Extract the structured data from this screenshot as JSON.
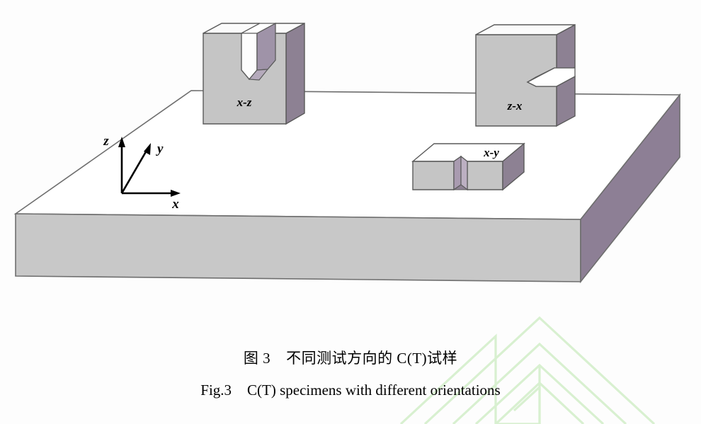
{
  "figure": {
    "caption_cn_number": "图 3",
    "caption_cn_text": "不同测试方向的 C(T)试样",
    "caption_en_number": "Fig.3",
    "caption_en_text": "C(T) specimens with different orientations"
  },
  "axes": {
    "x_label": "x",
    "y_label": "y",
    "z_label": "z"
  },
  "specimens": [
    {
      "id": "x-z",
      "label": "x-z",
      "notch": "top-vertical"
    },
    {
      "id": "z-x",
      "label": "z-x",
      "notch": "right-horizontal"
    },
    {
      "id": "x-y",
      "label": "x-y",
      "notch": "top-through"
    }
  ],
  "colors": {
    "background": "#fdfdfd",
    "plate_top": "#ffffff",
    "plate_front": "#c8c8c8",
    "plate_side": "#8d7f95",
    "specimen_front": "#c5c5c5",
    "specimen_top": "#fbfbfb",
    "specimen_side": "#8d8193",
    "notch_inner": "#a99bb0",
    "outline": "#5a5a5a",
    "watermark": "#d8f0d0",
    "text": "#000000"
  },
  "watermark": {
    "shape": "nested-chevron-mountain"
  }
}
